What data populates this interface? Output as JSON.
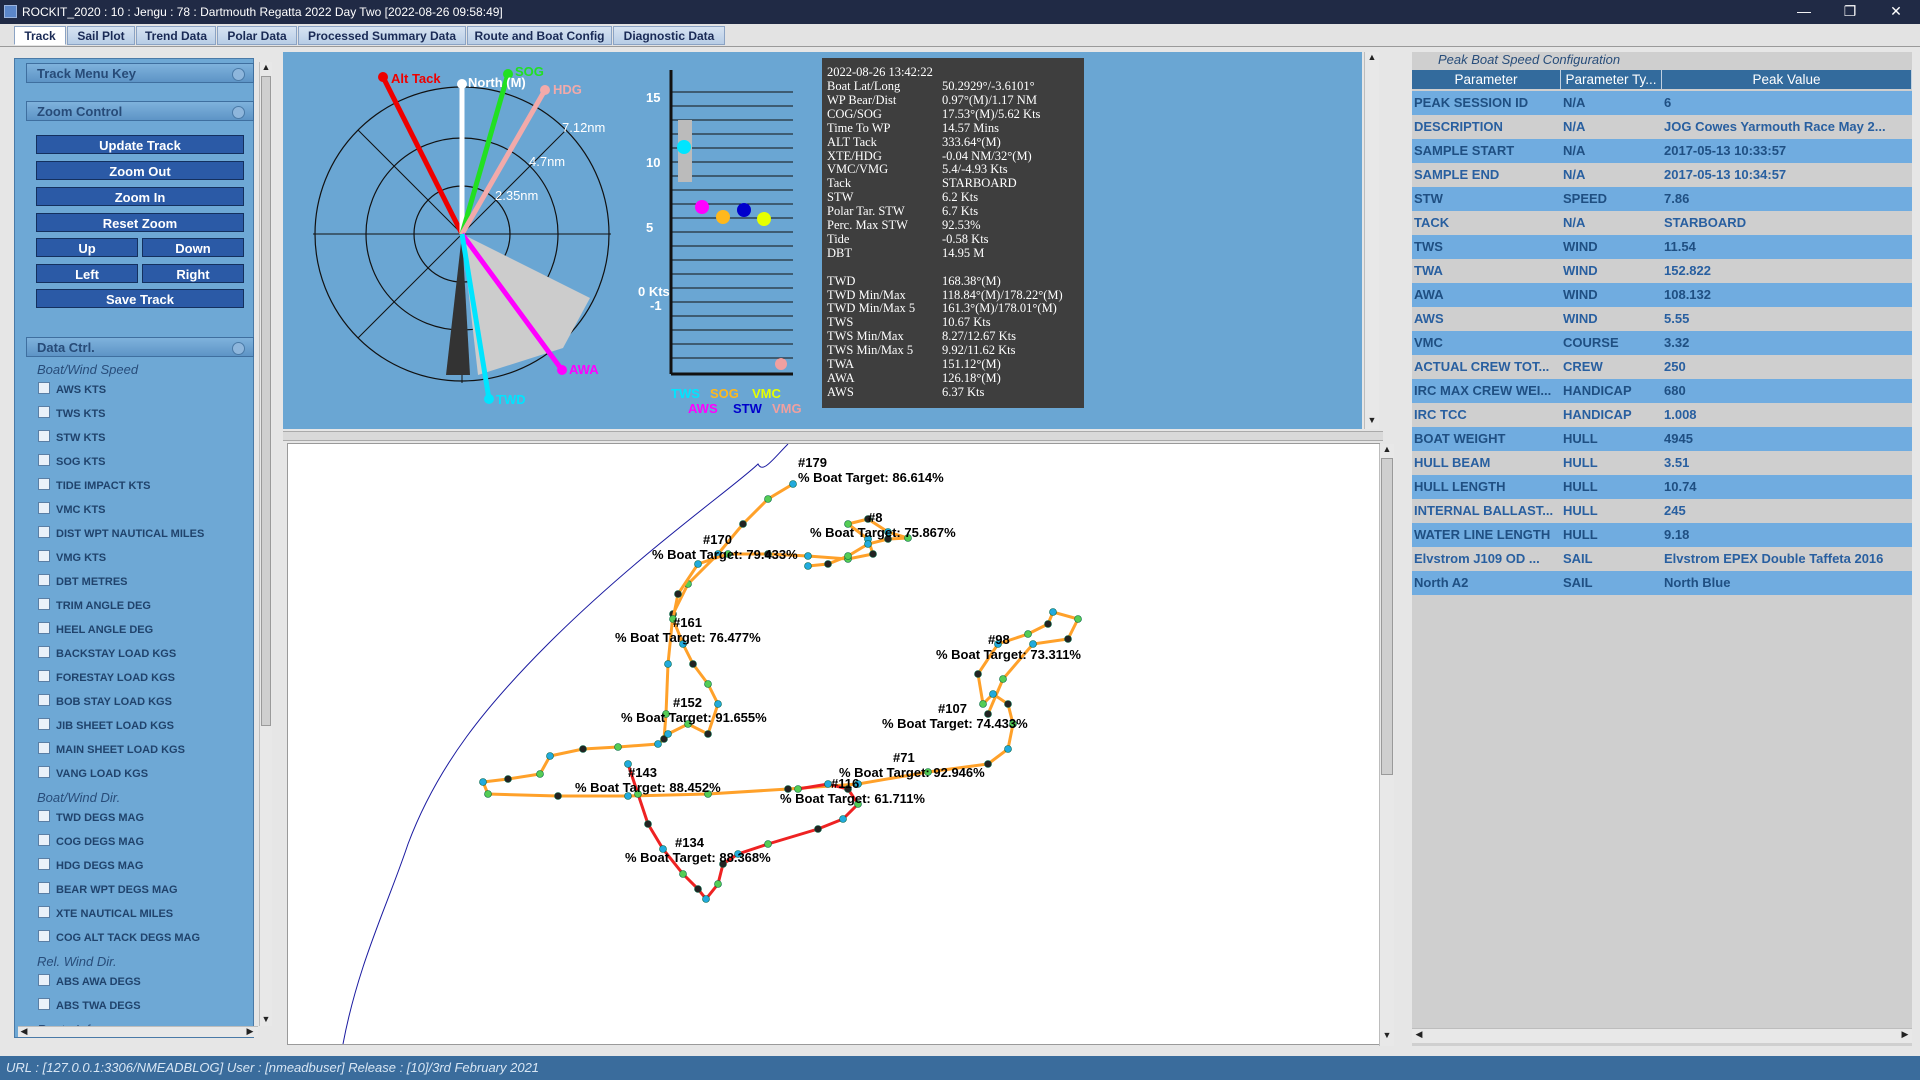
{
  "window": {
    "title": "ROCKIT_2020 : 10 : Jengu : 78 : Dartmouth Regatta 2022 Day Two [2022-08-26 09:58:49]"
  },
  "tabs": [
    "Track",
    "Sail Plot",
    "Trend Data",
    "Polar Data",
    "Processed Summary Data",
    "Route and Boat Config",
    "Diagnostic Data"
  ],
  "left": {
    "track_menu_key": "Track Menu Key",
    "zoom_control": "Zoom Control",
    "buttons": {
      "update": "Update Track",
      "zoom_out": "Zoom Out",
      "zoom_in": "Zoom In",
      "reset": "Reset Zoom",
      "up": "Up",
      "down": "Down",
      "left": "Left",
      "right": "Right",
      "save": "Save Track"
    },
    "data_ctrl": "Data Ctrl.",
    "groups": [
      {
        "caption": "Boat/Wind Speed",
        "items": [
          "AWS KTS",
          "TWS KTS",
          "STW KTS",
          "SOG KTS",
          "TIDE IMPACT KTS",
          "VMC KTS",
          "DIST WPT NAUTICAL MILES",
          "VMG KTS",
          "DBT METRES",
          "TRIM ANGLE DEG",
          "HEEL ANGLE DEG",
          "BACKSTAY LOAD KGS",
          "FORESTAY LOAD KGS",
          "BOB STAY LOAD KGS",
          "JIB SHEET LOAD KGS",
          "MAIN SHEET LOAD KGS",
          "VANG LOAD KGS"
        ]
      },
      {
        "caption": "Boat/Wind Dir.",
        "items": [
          "TWD DEGS MAG",
          "COG DEGS MAG",
          "HDG DEGS MAG",
          "BEAR WPT DEGS MAG",
          "XTE NAUTICAL MILES",
          "COG ALT TACK DEGS MAG"
        ]
      },
      {
        "caption": "Rel. Wind Dir.",
        "items": [
          "ABS AWA DEGS",
          "ABS TWA DEGS"
        ]
      }
    ],
    "partial_caption": "Route Info"
  },
  "compass": {
    "labels": {
      "alt_tack": "Alt Tack",
      "north": "North (M)",
      "sog": "SOG",
      "hdg": "HDG",
      "awa": "AWA",
      "twd": "TWD"
    },
    "rings": [
      "7.12nm",
      "4.7nm",
      "2.35nm"
    ]
  },
  "speed_bar": {
    "ticks": [
      "15",
      "10",
      "5",
      "0 Kts",
      "-1"
    ],
    "legend_row1": [
      "TWS",
      "SOG",
      "VMC"
    ],
    "legend_row2": [
      "AWS",
      "STW",
      "VMG"
    ],
    "colors": {
      "TWS": "#00e5ff",
      "SOG": "#ffb81c",
      "VMC": "#e6ff00",
      "AWS": "#ff00ff",
      "STW": "#0000cc",
      "VMG": "#f0a0a0"
    }
  },
  "readout": {
    "timestamp": "2022-08-26 13:42:22",
    "rows": [
      [
        "Boat Lat/Long",
        "50.2929°/-3.6101°"
      ],
      [
        "WP Bear/Dist",
        "0.97°(M)/1.17 NM"
      ],
      [
        "COG/SOG",
        "17.53°(M)/5.62 Kts"
      ],
      [
        "Time To WP",
        "14.57 Mins"
      ],
      [
        "ALT Tack",
        "333.64°(M)"
      ],
      [
        "XTE/HDG",
        "-0.04 NM/32°(M)"
      ],
      [
        "VMC/VMG",
        "5.4/-4.93 Kts"
      ],
      [
        "Tack",
        "STARBOARD"
      ],
      [
        "STW",
        "6.2 Kts"
      ],
      [
        "Polar Tar. STW",
        "6.7 Kts"
      ],
      [
        "Perc. Max STW",
        "92.53%"
      ],
      [
        "Tide",
        "-0.58 Kts"
      ],
      [
        "DBT",
        "14.95 M"
      ],
      [
        "",
        ""
      ],
      [
        "TWD",
        "168.38°(M)"
      ],
      [
        "TWD Min/Max",
        "118.84°(M)/178.22°(M)"
      ],
      [
        "TWD Min/Max 5",
        "161.3°(M)/178.01°(M)"
      ],
      [
        "TWS",
        "10.67 Kts"
      ],
      [
        "TWS Min/Max",
        "8.27/12.67 Kts"
      ],
      [
        "TWS Min/Max 5",
        "9.92/11.62 Kts"
      ],
      [
        "TWA",
        "151.12°(M)"
      ],
      [
        "AWA",
        "126.18°(M)"
      ],
      [
        "AWS",
        "6.37 Kts"
      ]
    ]
  },
  "track_labels": [
    {
      "num": "#179",
      "pct": "% Boat Target: 86.614%"
    },
    {
      "num": "#8",
      "pct": "% Boat Target: 75.867%"
    },
    {
      "num": "#170",
      "pct": "% Boat Target: 79.433%"
    },
    {
      "num": "#161",
      "pct": "% Boat Target: 76.477%"
    },
    {
      "num": "#98",
      "pct": "% Boat Target: 73.311%"
    },
    {
      "num": "#152",
      "pct": "% Boat Target: 91.655%"
    },
    {
      "num": "#107",
      "pct": "% Boat Target: 74.433%"
    },
    {
      "num": "#71",
      "pct": "% Boat Target: 92.946%"
    },
    {
      "num": "#143",
      "pct": "% Boat Target: 88.452%"
    },
    {
      "num": "#116",
      "pct": "% Boat Target: 61.711%"
    },
    {
      "num": "#134",
      "pct": "% Boat Target: 88.368%"
    }
  ],
  "right": {
    "title": "Peak Boat Speed Configuration",
    "headers": [
      "Parameter",
      "Parameter Ty...",
      "Peak Value"
    ],
    "rows": [
      [
        "PEAK SESSION ID",
        "N/A",
        "6"
      ],
      [
        "DESCRIPTION",
        "N/A",
        "JOG Cowes Yarmouth Race May 2..."
      ],
      [
        "SAMPLE START",
        "N/A",
        "2017-05-13 10:33:57"
      ],
      [
        "SAMPLE END",
        "N/A",
        "2017-05-13 10:34:57"
      ],
      [
        "STW",
        "SPEED",
        "7.86"
      ],
      [
        "TACK",
        "N/A",
        "STARBOARD"
      ],
      [
        "TWS",
        "WIND",
        "11.54"
      ],
      [
        "TWA",
        "WIND",
        "152.822"
      ],
      [
        "AWA",
        "WIND",
        "108.132"
      ],
      [
        "AWS",
        "WIND",
        "5.55"
      ],
      [
        "VMC",
        "COURSE",
        "3.32"
      ],
      [
        "ACTUAL CREW TOT...",
        "CREW",
        "250"
      ],
      [
        "IRC MAX CREW WEI...",
        "HANDICAP",
        "680"
      ],
      [
        "IRC TCC",
        "HANDICAP",
        "1.008"
      ],
      [
        "BOAT WEIGHT",
        "HULL",
        "4945"
      ],
      [
        "HULL BEAM",
        "HULL",
        "3.51"
      ],
      [
        "HULL LENGTH",
        "HULL",
        "10.74"
      ],
      [
        "INTERNAL BALLAST...",
        "HULL",
        "245"
      ],
      [
        "WATER LINE LENGTH",
        "HULL",
        "9.18"
      ],
      [
        "Elvstrom J109 OD ...",
        "SAIL",
        "Elvstrom EPEX Double Taffeta 2016"
      ],
      [
        "North A2",
        "SAIL",
        "North Blue"
      ]
    ]
  },
  "status": "URL : [127.0.0.1:3306/NMEADBLOG] User : [nmeadbuser] Release : [10]/3rd February 2021"
}
